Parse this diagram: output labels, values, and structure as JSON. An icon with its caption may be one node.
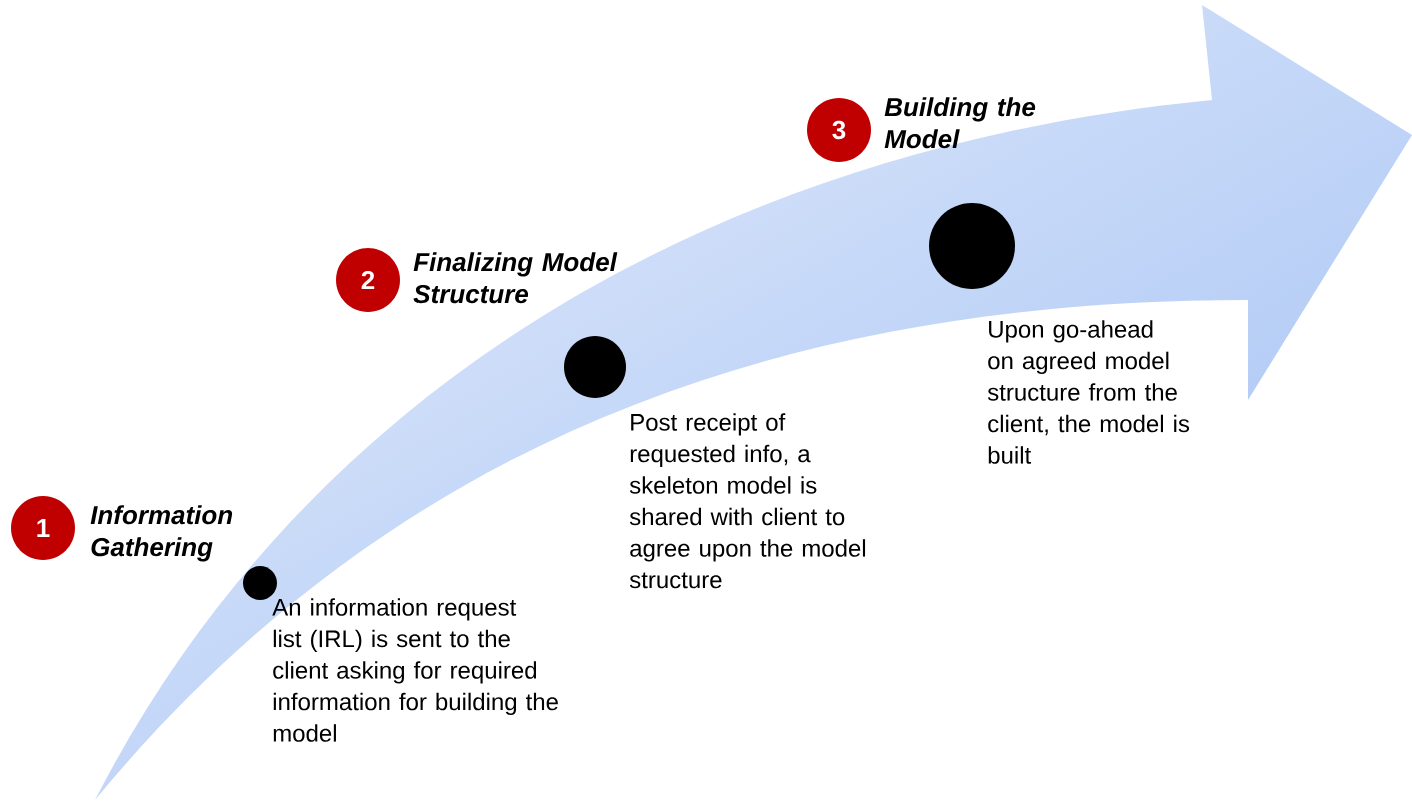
{
  "diagram": {
    "nodes": [
      {
        "text": [
          "1"
        ],
        "beside": [
          "Information Gathering"
        ]
      },
      {
        "text": [],
        "shape": "circle",
        "beside": [
          "An information request list (IRL) is sent to the client asking for required information for building the model"
        ]
      },
      {
        "text": [
          "2"
        ],
        "beside": [
          "Finalizing Model Structure"
        ]
      },
      {
        "text": [],
        "shape": "circle",
        "beside": [
          "Post receipt of requested info, a skeleton model is shared with client to agree upon the model structure"
        ]
      },
      {
        "text": [
          "3"
        ],
        "beside": [
          "Building the Model"
        ]
      },
      {
        "text": [],
        "shape": "circle",
        "beside": [
          "Upon go-ahead on agreed model structure from the client, the model is built"
        ]
      }
    ]
  }
}
